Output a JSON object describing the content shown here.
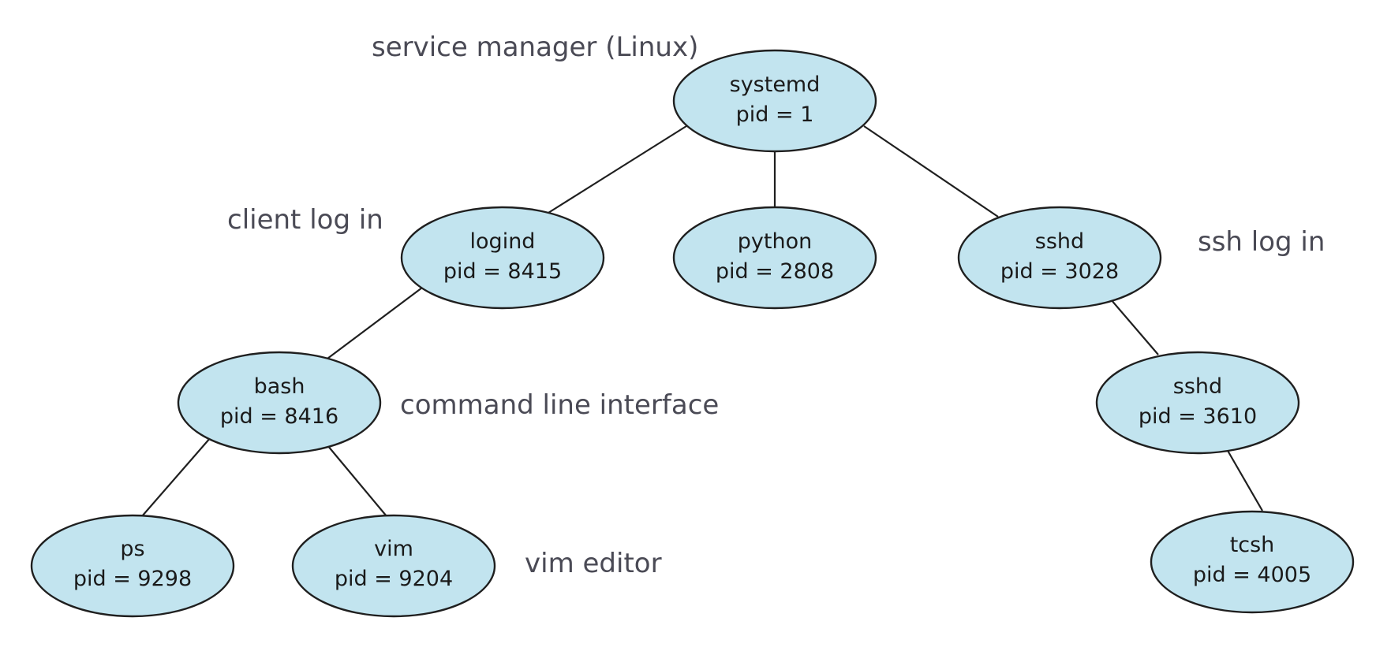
{
  "colors": {
    "node_fill": "#c2e4ef",
    "node_stroke": "#1f1f1f",
    "edge": "#1f1f1f",
    "annotation_text": "#4a4a55"
  },
  "nodes": {
    "systemd": {
      "name": "systemd",
      "pid": "pid = 1"
    },
    "logind": {
      "name": "logind",
      "pid": "pid = 8415"
    },
    "python": {
      "name": "python",
      "pid": "pid = 2808"
    },
    "sshd_a": {
      "name": "sshd",
      "pid": "pid = 3028"
    },
    "bash": {
      "name": "bash",
      "pid": "pid = 8416"
    },
    "sshd_b": {
      "name": "sshd",
      "pid": "pid = 3610"
    },
    "ps": {
      "name": "ps",
      "pid": "pid = 9298"
    },
    "vim": {
      "name": "vim",
      "pid": "pid = 9204"
    },
    "tcsh": {
      "name": "tcsh",
      "pid": "pid = 4005"
    }
  },
  "edges": [
    [
      "systemd",
      "logind"
    ],
    [
      "systemd",
      "python"
    ],
    [
      "systemd",
      "sshd_a"
    ],
    [
      "logind",
      "bash"
    ],
    [
      "bash",
      "ps"
    ],
    [
      "bash",
      "vim"
    ],
    [
      "sshd_a",
      "sshd_b"
    ],
    [
      "sshd_b",
      "tcsh"
    ]
  ],
  "annotations": {
    "service_manager": "service manager (Linux)",
    "client_log_in": "client log in",
    "ssh_log_in": "ssh log in",
    "command_line_interface": "command line interface",
    "vim_editor": "vim editor"
  }
}
